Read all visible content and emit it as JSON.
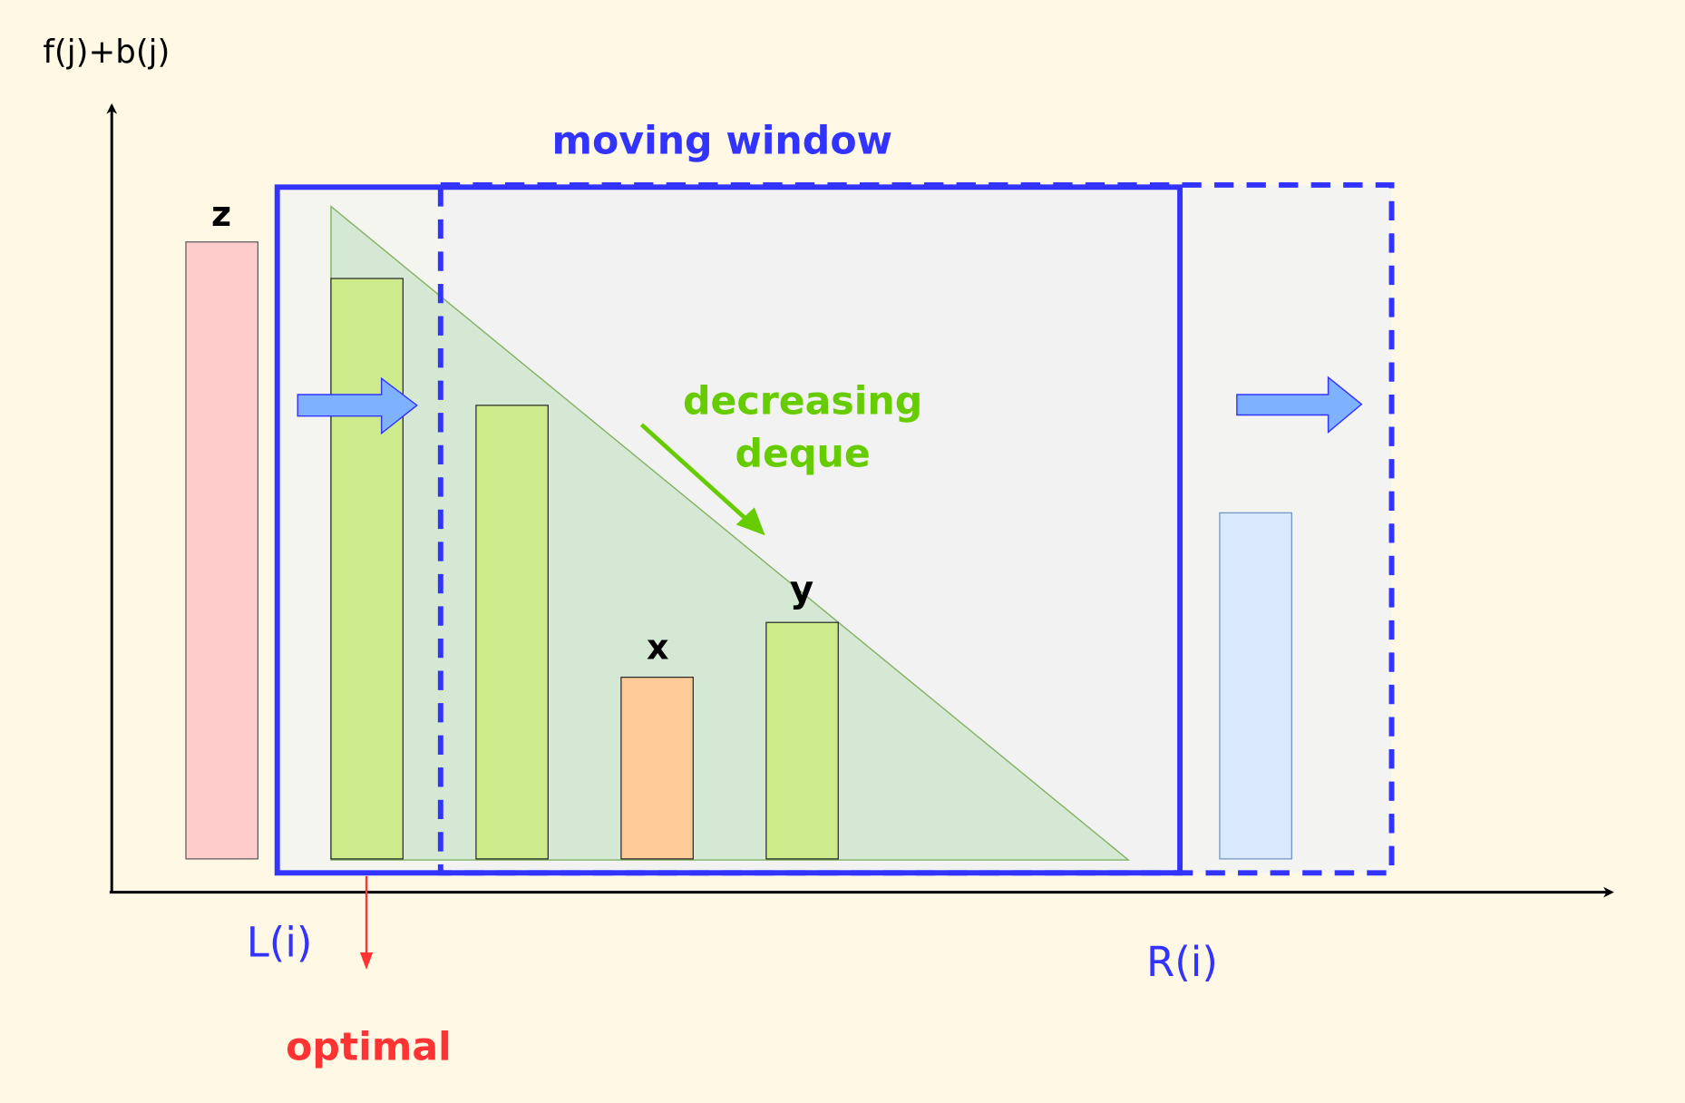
{
  "labels": {
    "y_axis": "f(j)+b(j)",
    "moving_window": "moving window",
    "decreasing_line1": "decreasing",
    "decreasing_line2": "deque",
    "z": "z",
    "x": "x",
    "y": "y",
    "left": "L(i)",
    "right": "R(i)",
    "optimal": "optimal"
  },
  "colors": {
    "background": "#fff8e5",
    "window": "#3333ff",
    "deque": "#66cc00",
    "optimal": "#ff3333",
    "bar_green": "#cdeb8b",
    "bar_pink": "#ffcccc",
    "bar_orange": "#ffcc99",
    "bar_blue": "#dae8fc",
    "arrow_blue": "#7eb2ff"
  }
}
